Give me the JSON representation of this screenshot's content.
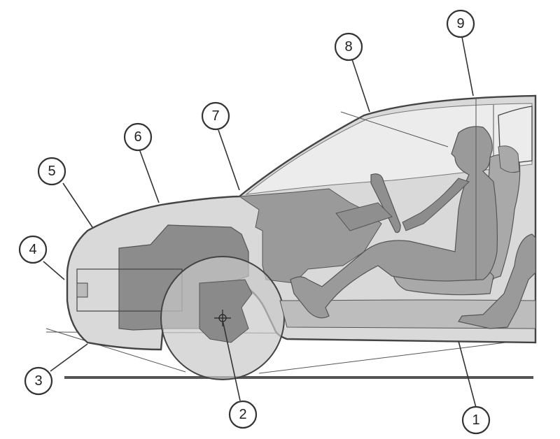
{
  "callouts": [
    {
      "id": "callout-1",
      "label": "1"
    },
    {
      "id": "callout-2",
      "label": "2"
    },
    {
      "id": "callout-3",
      "label": "3"
    },
    {
      "id": "callout-4",
      "label": "4"
    },
    {
      "id": "callout-5",
      "label": "5"
    },
    {
      "id": "callout-6",
      "label": "6"
    },
    {
      "id": "callout-7",
      "label": "7"
    },
    {
      "id": "callout-8",
      "label": "8"
    },
    {
      "id": "callout-9",
      "label": "9"
    }
  ],
  "colors": {
    "car_body": "#d6d6d6",
    "engine": "#8f8f8f",
    "occupant": "#9a9a9a",
    "outline": "#444444",
    "ground": "#555555"
  }
}
